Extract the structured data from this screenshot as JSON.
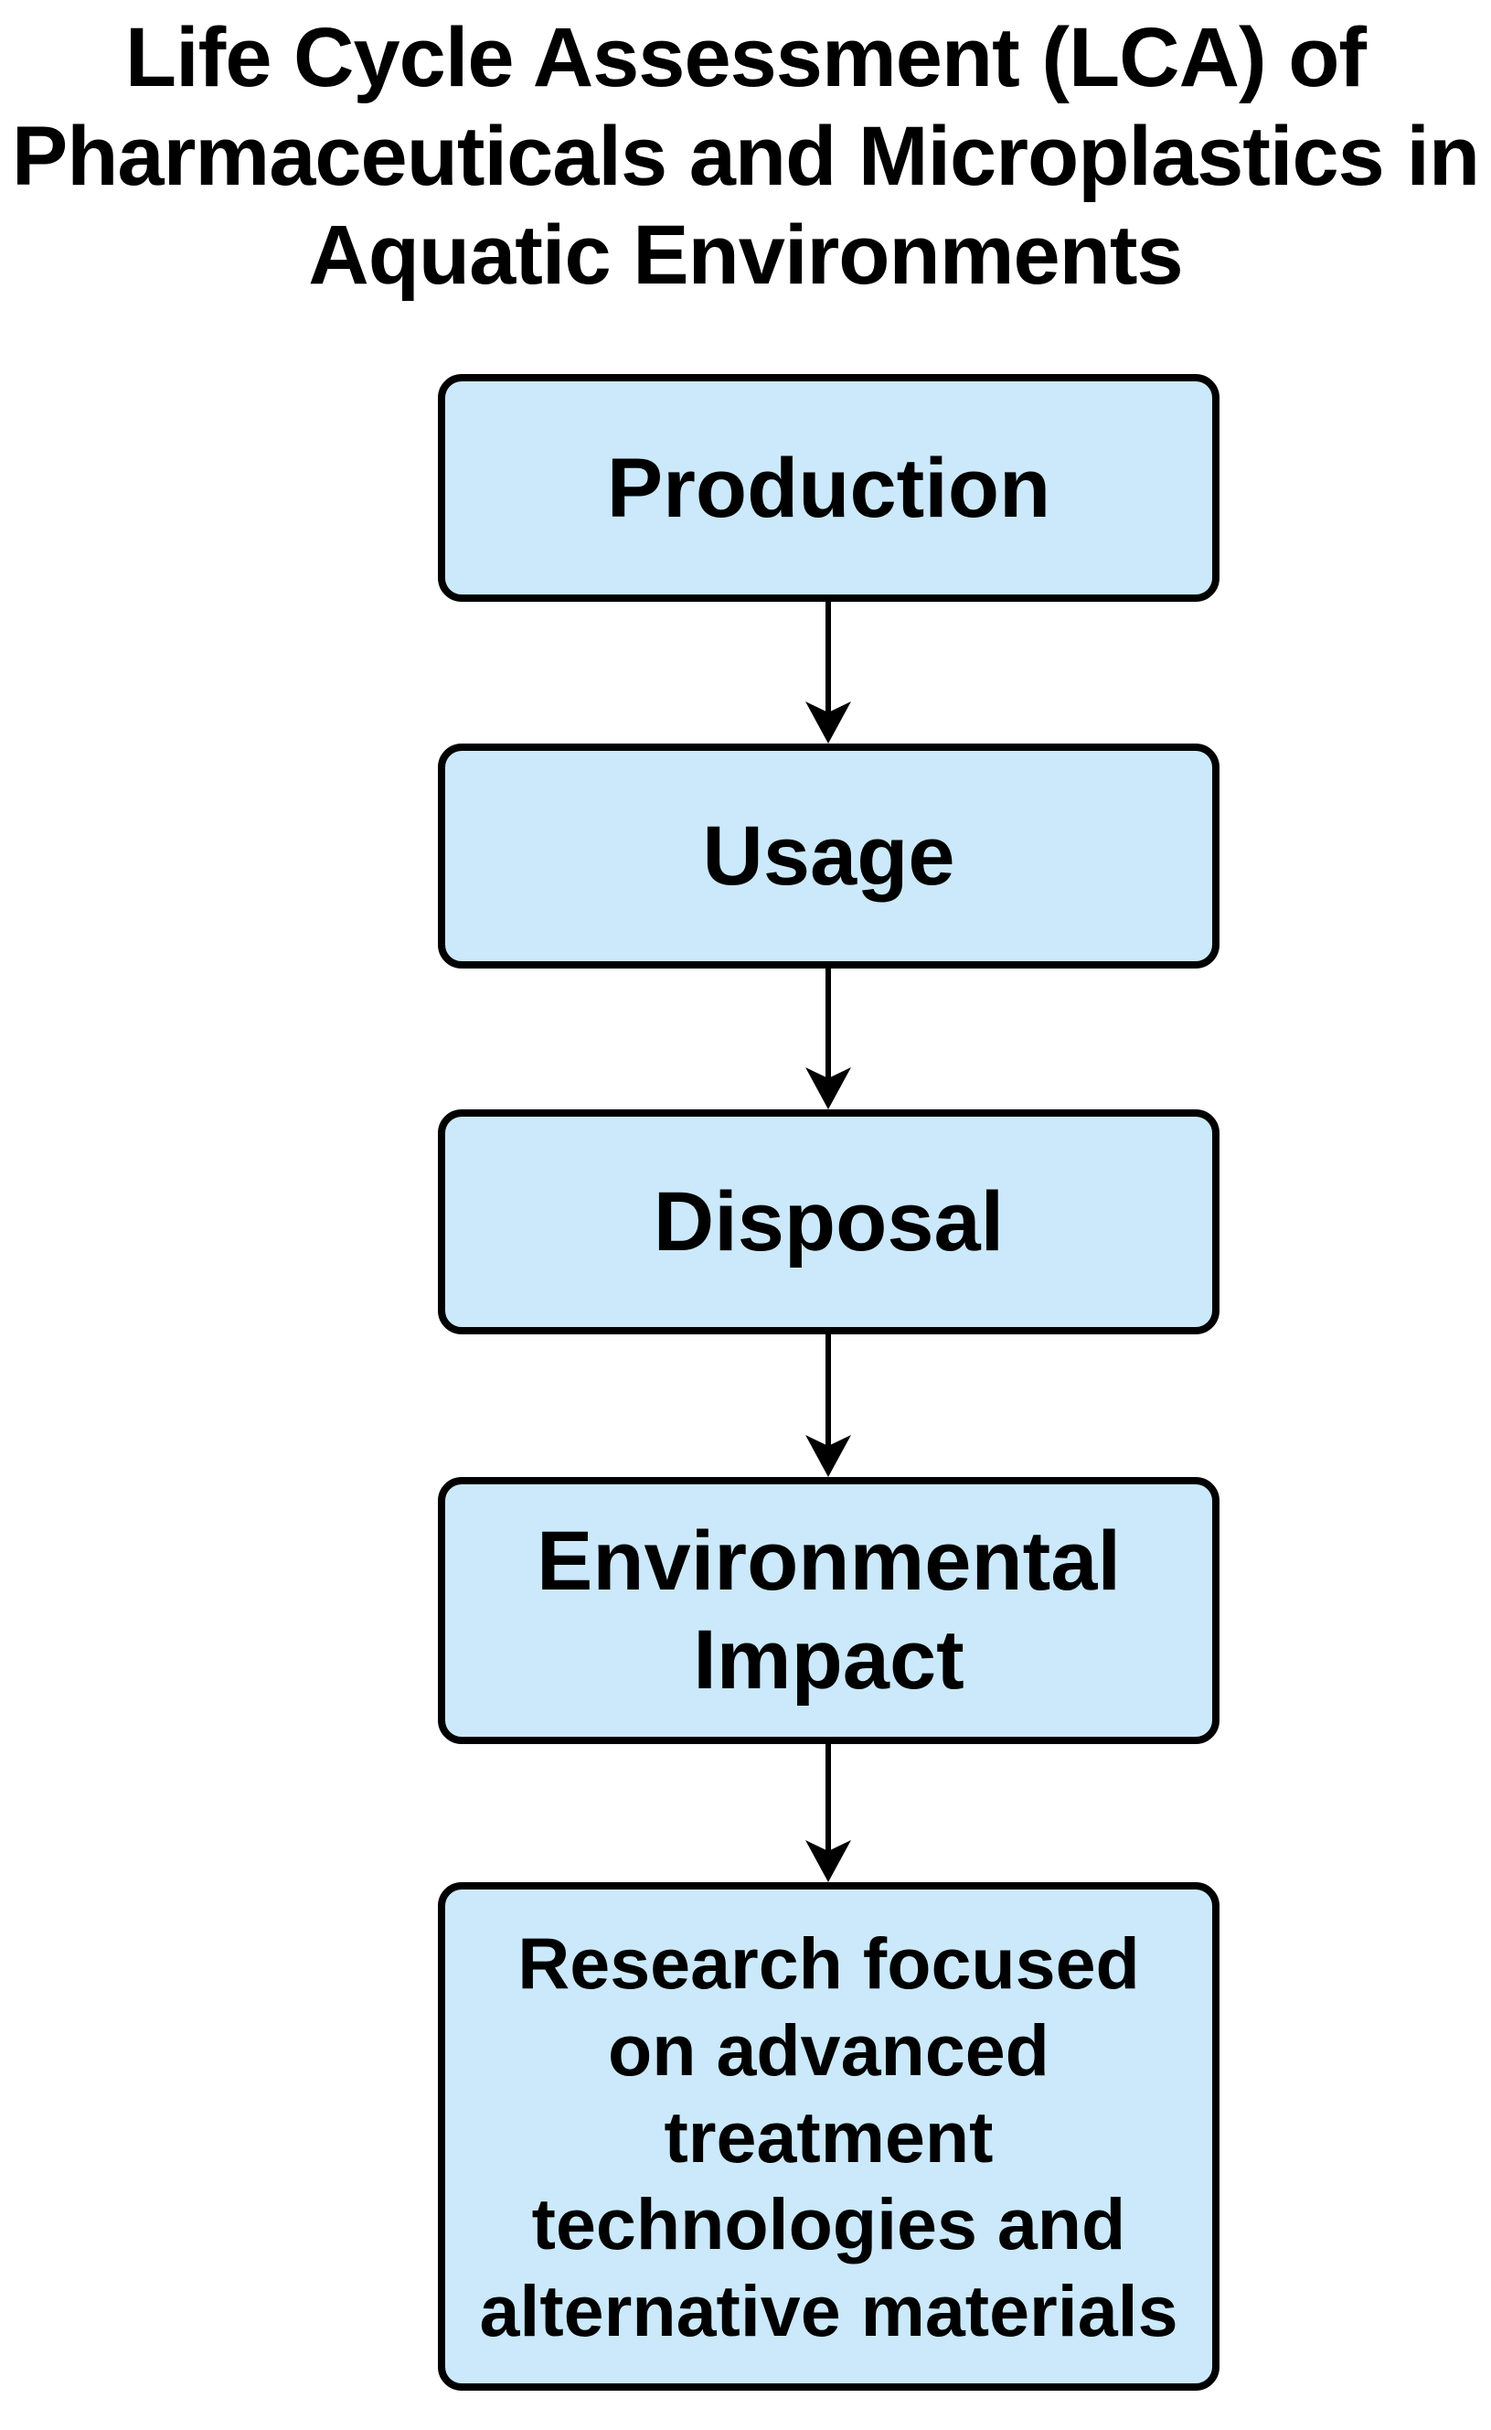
{
  "diagram": {
    "type": "flowchart",
    "direction": "top-down",
    "title": {
      "text": "Life Cycle Assessment (LCA) of Pharmaceuticals and Microplastics in Aquatic Environments",
      "lines": [
        "Life Cycle Assessment (LCA) of",
        "Pharmaceuticals and Microplastics in",
        "Aquatic Environments"
      ]
    },
    "nodes": [
      {
        "id": "production",
        "label": "Production",
        "lines": [
          "Production"
        ]
      },
      {
        "id": "usage",
        "label": "Usage",
        "lines": [
          "Usage"
        ]
      },
      {
        "id": "disposal",
        "label": "Disposal",
        "lines": [
          "Disposal"
        ]
      },
      {
        "id": "environmental-impact",
        "label": "Environmental Impact",
        "lines": [
          "Environmental",
          "Impact"
        ]
      },
      {
        "id": "research",
        "label": "Research focused on advanced treatment technologies and alternative materials",
        "lines": [
          "Research focused",
          "on advanced",
          "treatment",
          "technologies and",
          "alternative materials"
        ]
      }
    ],
    "edges": [
      {
        "from": "production",
        "to": "usage"
      },
      {
        "from": "usage",
        "to": "disposal"
      },
      {
        "from": "disposal",
        "to": "environmental-impact"
      },
      {
        "from": "environmental-impact",
        "to": "research"
      }
    ],
    "colors": {
      "background": "#ffffff",
      "node_fill": "#cbe9fa",
      "node_border": "#000000",
      "text": "#000000"
    }
  }
}
